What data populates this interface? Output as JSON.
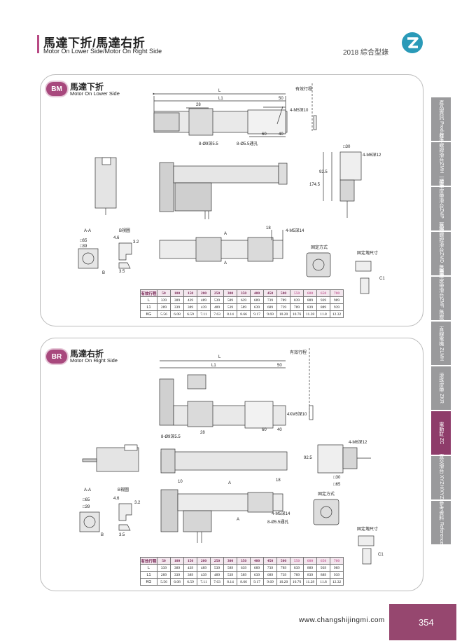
{
  "header": {
    "title": "馬達下折/馬達右折",
    "subtitle": "Motor On Lower Side/Motor On Right Side",
    "catalog": "2018 綜合型錄"
  },
  "sections": [
    {
      "badge": "BM",
      "title": "馬達下折",
      "subtitle": "Motor On Lower Side",
      "labels": {
        "stroke": "有效行程",
        "l": "L",
        "l1": "L1",
        "d50": "50",
        "d28": "28",
        "m5_10": "4-M5深10",
        "d60": "60",
        "d40": "40",
        "hole1": "8-Ø9深5.5",
        "hole2": "8-Ø5.5通孔",
        "d30": "□30",
        "m6_12": "4-M6深12",
        "d92": "92.5",
        "d174": "174.5",
        "aa": "A-A",
        "bview": "B視圖",
        "d65": "□65",
        "d39": "□39",
        "d46": "4.6",
        "d32": "3.2",
        "d35": "3.5",
        "d18": "18",
        "m5_14": "4-M5深14",
        "a": "A",
        "b": "B",
        "fix": "固定方式",
        "fixdim": "固定塊尺寸",
        "c1": "C1"
      },
      "table": {
        "header": [
          "有效行程",
          "50",
          "100",
          "150",
          "200",
          "250",
          "300",
          "350",
          "400",
          "450",
          "500",
          "550",
          "600",
          "650",
          "700"
        ],
        "rows": [
          [
            "L",
            "339",
            "389",
            "439",
            "489",
            "539",
            "589",
            "639",
            "689",
            "739",
            "789",
            "839",
            "889",
            "939",
            "989"
          ],
          [
            "L1",
            "289",
            "339",
            "389",
            "439",
            "489",
            "539",
            "589",
            "639",
            "689",
            "739",
            "789",
            "839",
            "889",
            "939"
          ],
          [
            "KG",
            "5.56",
            "6.08",
            "6.59",
            "7.11",
            "7.63",
            "8.14",
            "8.66",
            "9.17",
            "9.69",
            "10.20",
            "10.76",
            "11.28",
            "11.8",
            "12.32"
          ]
        ]
      }
    },
    {
      "badge": "BR",
      "title": "馬達右折",
      "subtitle": "Motor On Right Side",
      "labels": {
        "stroke": "有效行程",
        "l": "L",
        "l1": "L1",
        "d50": "50",
        "d28": "28",
        "m5_10": "4XM5深10",
        "d60": "60",
        "d40": "40",
        "hole1": "8-Ø9深5.5",
        "hole2": "8-Ø5.5通孔",
        "d30": "□30",
        "m6_12": "4-M6深12",
        "d92": "92.5",
        "d65": "□65",
        "aa": "A-A",
        "bview": "B視圖",
        "d39": "□39",
        "d46": "4.6",
        "d32": "3.2",
        "d35": "3.5",
        "d10": "10",
        "d18": "18",
        "m5_14": "4-M5深14",
        "a": "A",
        "b": "B",
        "fix": "固定方式",
        "fixdim": "固定塊尺寸",
        "c1": "C1"
      },
      "table": {
        "header": [
          "有效行程",
          "50",
          "100",
          "150",
          "200",
          "250",
          "300",
          "350",
          "400",
          "450",
          "500",
          "550",
          "600",
          "650",
          "700"
        ],
        "rows": [
          [
            "L",
            "339",
            "389",
            "439",
            "489",
            "539",
            "589",
            "639",
            "689",
            "739",
            "789",
            "839",
            "889",
            "939",
            "989"
          ],
          [
            "L1",
            "289",
            "339",
            "389",
            "439",
            "489",
            "539",
            "589",
            "639",
            "689",
            "739",
            "789",
            "839",
            "889",
            "939"
          ],
          [
            "KG",
            "5.56",
            "6.08",
            "6.59",
            "7.11",
            "7.63",
            "8.14",
            "8.66",
            "9.17",
            "9.69",
            "10.20",
            "10.76",
            "11.28",
            "11.8",
            "12.32"
          ]
        ]
      }
    }
  ],
  "sidebar": {
    "items": [
      "產品資訊 Product",
      "標準螺桿滑台ZMH 一般運動",
      "標準皮帶滑台ZMP 一般運動",
      "無塵螺桿滑台ZMD 無塵運動",
      "無塵皮帶滑台ZMF 無塵運動",
      "直線電機 ZLMH",
      "滾珠皮帶 ZKR",
      "電動缸 ZC",
      "直交滑台 XYZH/XYZP",
      "參考資料 Reference"
    ],
    "active_index": 7
  },
  "footer": {
    "url": "www.changshijingmi.com",
    "page": "354"
  },
  "colors": {
    "accent": "#a8487d",
    "tab": "#9a9a9c",
    "tab_active": "#8e3c6a"
  }
}
